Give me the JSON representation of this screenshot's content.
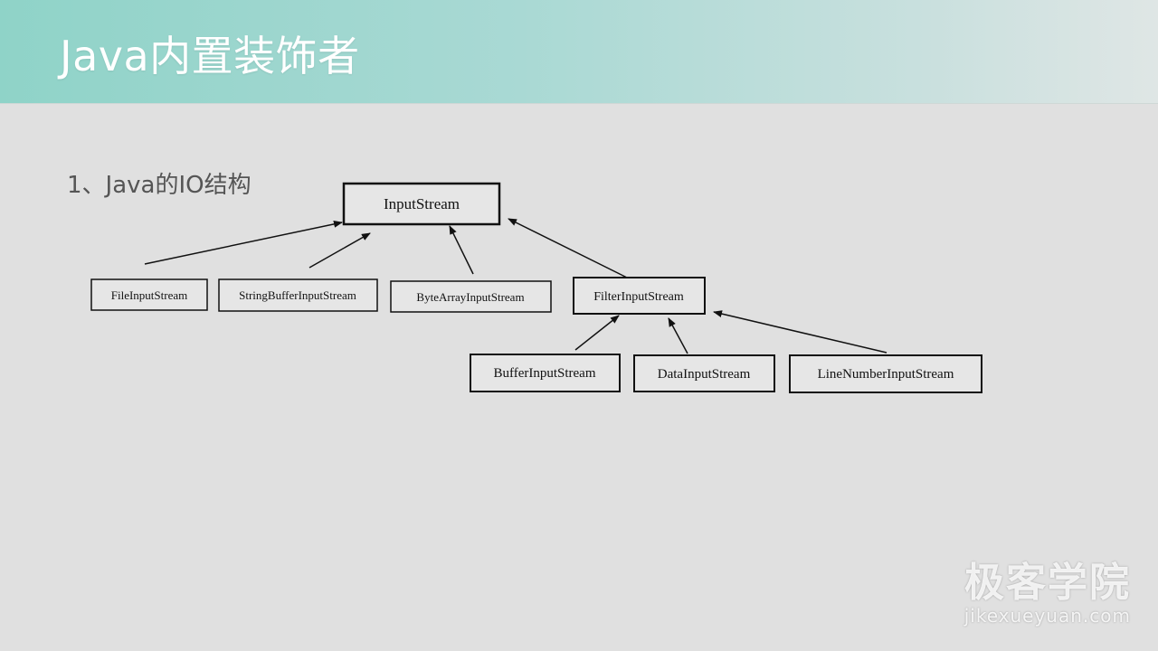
{
  "slide": {
    "title": "Java内置装饰者",
    "subtitle": "1、Java的IO结构"
  },
  "diagram": {
    "nodes": [
      {
        "id": "InputStream",
        "label": "InputStream"
      },
      {
        "id": "FileInputStream",
        "label": "FileInputStream"
      },
      {
        "id": "StringBufferInputStream",
        "label": "StringBufferInputStream"
      },
      {
        "id": "ByteArrayInputStream",
        "label": "ByteArrayInputStream"
      },
      {
        "id": "FilterInputStream",
        "label": "FilterInputStream"
      },
      {
        "id": "BufferInputStream",
        "label": "BufferInputStream"
      },
      {
        "id": "DataInputStream",
        "label": "DataInputStream"
      },
      {
        "id": "LineNumberInputStream",
        "label": "LineNumberInputStream"
      }
    ],
    "edges": [
      {
        "from": "FileInputStream",
        "to": "InputStream"
      },
      {
        "from": "StringBufferInputStream",
        "to": "InputStream"
      },
      {
        "from": "ByteArrayInputStream",
        "to": "InputStream"
      },
      {
        "from": "FilterInputStream",
        "to": "InputStream"
      },
      {
        "from": "BufferInputStream",
        "to": "FilterInputStream"
      },
      {
        "from": "DataInputStream",
        "to": "FilterInputStream"
      },
      {
        "from": "LineNumberInputStream",
        "to": "FilterInputStream"
      }
    ]
  },
  "watermark": {
    "main": "极客学院",
    "sub": "jikexueyuan.com"
  }
}
